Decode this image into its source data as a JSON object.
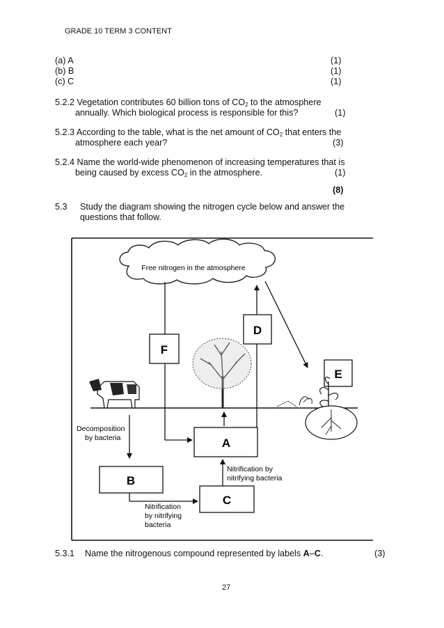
{
  "header": {
    "title": "GRADE 10 TERM 3 CONTENT"
  },
  "answers": [
    {
      "label": "(a) A",
      "marks": "(1)"
    },
    {
      "label": "(b) B",
      "marks": "(1)"
    },
    {
      "label": "(c) C",
      "marks": "(1)"
    }
  ],
  "q522": {
    "line1_pre": "5.2.2 Vegetation contributes 60 billion tons of CO",
    "line1_sub": "2",
    "line1_post": " to the atmosphere",
    "line2": "annually. Which biological process is responsible for this?",
    "marks": "(1)"
  },
  "q523": {
    "line1_pre": "5.2.3 According to the table, what is the net amount of CO",
    "line1_sub": "2",
    "line1_post": " that enters the",
    "line2": "atmosphere each year?",
    "marks": "(3)"
  },
  "q524": {
    "line1": "5.2.4 Name the world-wide phenomenon of increasing temperatures that is",
    "line2_pre": "being caused by excess CO",
    "line2_sub": "2",
    "line2_post": " in the atmosphere.",
    "marks": "(1)"
  },
  "subtotal": "(8)",
  "q53": {
    "number": "5.3",
    "line1": "Study the diagram showing the nitrogen cycle below and answer the",
    "line2": "questions that follow."
  },
  "diagram": {
    "cloud_text": "Free nitrogen in the atmosphere",
    "labels": {
      "A": "A",
      "B": "B",
      "C": "C",
      "D": "D",
      "E": "E",
      "F": "F"
    },
    "decomposition": [
      "Decomposition",
      "by bacteria"
    ],
    "nitrification_right": [
      "Nitrification by",
      "nitrifying bacteria"
    ],
    "nitrification_left": [
      "Nitrification",
      "by nitrifying",
      "bacteria"
    ]
  },
  "q531": {
    "number": "5.3.1",
    "text_pre": "Name the nitrogenous compound represented by labels ",
    "text_bold": "A",
    "text_mid": "–",
    "text_bold2": "C",
    "text_post": ".",
    "marks": "(3)"
  },
  "footer": {
    "page_number": "27"
  }
}
